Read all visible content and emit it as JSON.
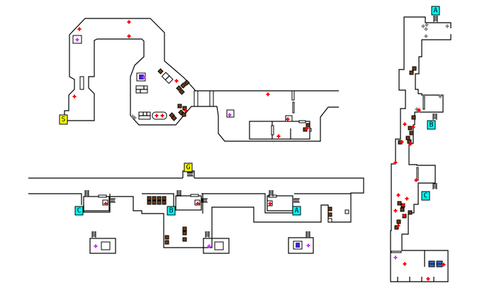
{
  "map": {
    "title": "Floor map",
    "markers": {
      "start": {
        "label": "S",
        "color": "#ffff00"
      },
      "goal": {
        "label": "G",
        "color": "#ffff00"
      },
      "stairs_a_top": {
        "label": "A",
        "color": "#00ffff"
      },
      "stairs_a_bottom": {
        "label": "A",
        "color": "#00ffff"
      },
      "stairs_b_right": {
        "label": "B",
        "color": "#00ffff"
      },
      "stairs_b_bottom": {
        "label": "B",
        "color": "#00ffff"
      },
      "stairs_c_right": {
        "label": "C",
        "color": "#00ffff"
      },
      "stairs_c_bottom": {
        "label": "C",
        "color": "#00ffff"
      }
    },
    "legend_colors": {
      "enemy": "#ff0000",
      "item": "#cc33ff",
      "defeated": "#888888",
      "crate": "#6b3a13",
      "save_point": "#4422cc",
      "computer": "#3366cc"
    }
  }
}
